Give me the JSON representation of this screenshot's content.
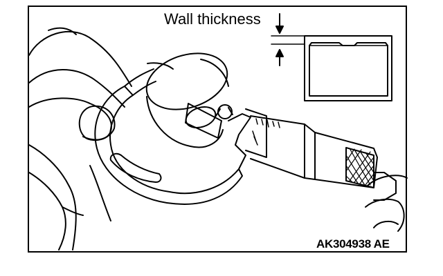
{
  "figure": {
    "callout_label": "Wall thickness",
    "figure_code": "AK304938 AE"
  },
  "icons": {
    "hand": "hand-illustration",
    "micrometer": "micrometer-illustration",
    "part": "cylindrical-part-illustration",
    "cross_section": "part-cross-section",
    "dimension_arrows": "dimension-arrows-icon"
  },
  "colors": {
    "line": "#000000",
    "background": "#ffffff"
  }
}
